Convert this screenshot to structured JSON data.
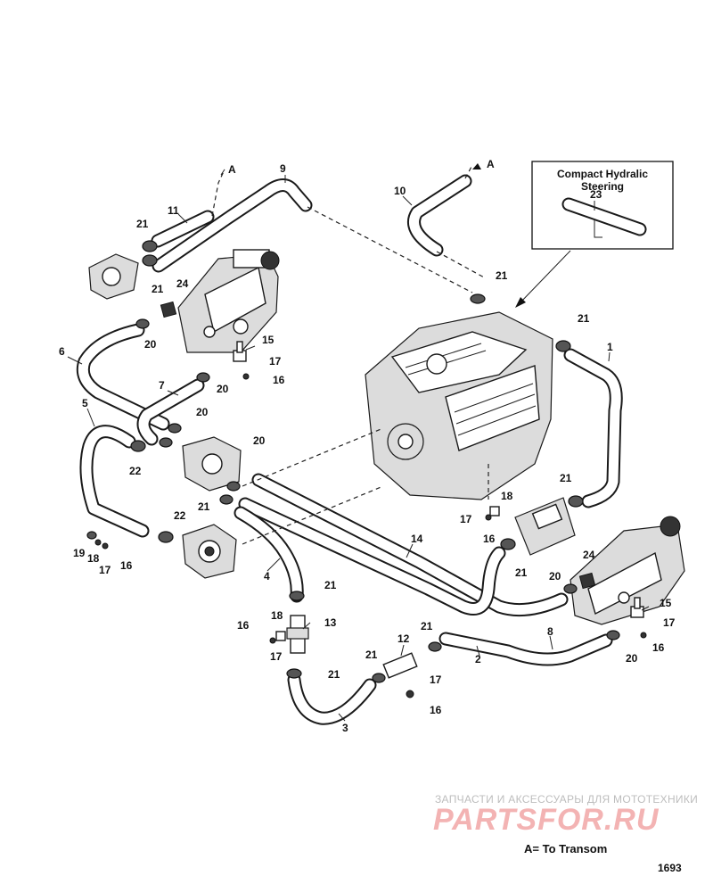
{
  "callout_box": {
    "title": "Compact Hydralic Steering",
    "part_number": "23"
  },
  "route_marker": "A",
  "legend_note": "A= To Transom",
  "diagram_number": "1693",
  "watermark": {
    "tagline": "ЗАПЧАСТИ И АКСЕССУАРЫ ДЛЯ МОТОТЕХНИКИ",
    "logo": "PARTSFOR.RU"
  },
  "part_labels": {
    "p1": "1",
    "p2": "2",
    "p3": "3",
    "p4": "4",
    "p5": "5",
    "p6": "6",
    "p7": "7",
    "p8": "8",
    "p9": "9",
    "p10": "10",
    "p11": "11",
    "p12": "12",
    "p13": "13",
    "p14": "14",
    "p15": "15",
    "p16": "16",
    "p17": "17",
    "p18": "18",
    "p19": "19",
    "p20": "20",
    "p21": "21",
    "p22": "22",
    "p24": "24"
  },
  "colors": {
    "line": "#1a1a1a",
    "watermark_logo": "#f3b3b3",
    "watermark_text": "#bdbdbd"
  }
}
